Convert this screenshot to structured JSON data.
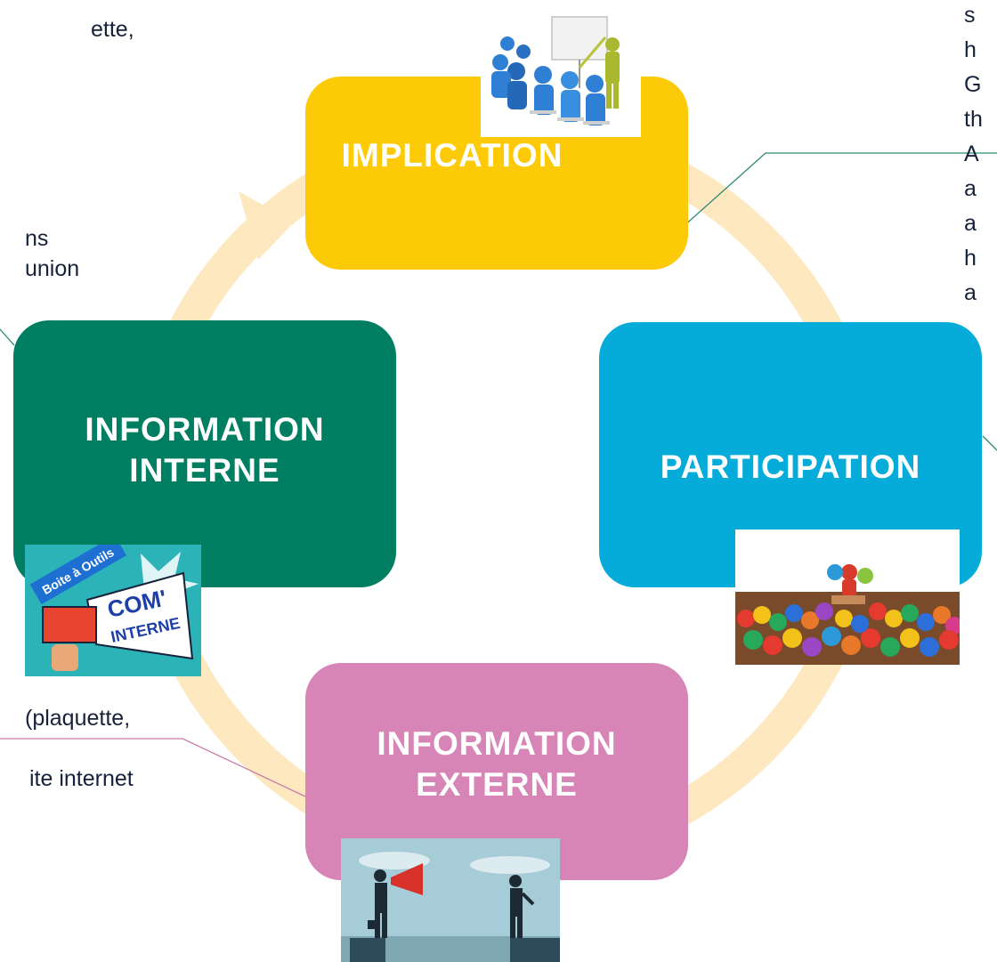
{
  "colors": {
    "ring": "#fde8c0",
    "implication": "#fcca07",
    "participation": "#06acd9",
    "information_interne": "#007e62",
    "information_externe": "#d784b6",
    "text": "#16213a"
  },
  "boxes": {
    "implication": "IMPLICATION",
    "participation": "PARTICIPATION",
    "information_interne": [
      "INFORMATION",
      "INTERNE"
    ],
    "information_externe": [
      "INFORMATION",
      "EXTERNE"
    ]
  },
  "left_text": {
    "top": [
      "ette,",
      "",
      "",
      "ns",
      "union"
    ],
    "bottom": [
      "(plaquette,",
      "",
      "ite internet"
    ]
  },
  "right_text": [
    "s",
    "h",
    "G",
    "th",
    "A",
    "a",
    "a",
    "h",
    "a"
  ],
  "images": {
    "implication": "presentation-meeting-illustration",
    "participation": "colorful-crowd-figures-illustration",
    "information_interne": "com-interne-megaphone-illustration",
    "information_externe": "megaphone-businessmen-illustration"
  },
  "image_text": {
    "boite": "Boite à Outils",
    "com": "COM'",
    "interne": "INTERNE"
  }
}
